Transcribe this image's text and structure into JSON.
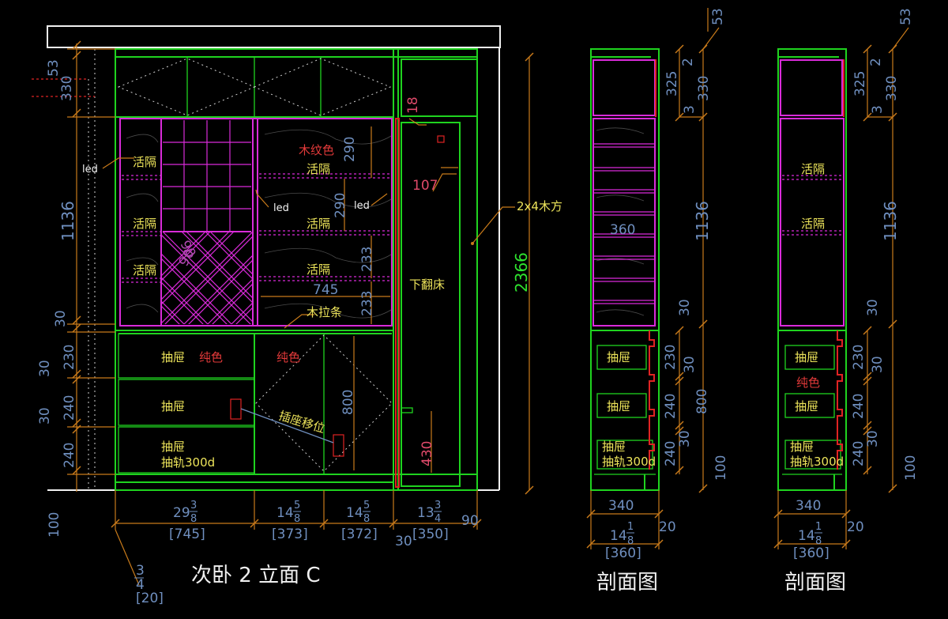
{
  "title": "次卧 2 立面 C",
  "section_titles": [
    "剖面图",
    "剖面图"
  ],
  "labels": {
    "shelf": "活隔",
    "drawer": "抽屉",
    "drawer_rail_line1": "抽屉",
    "drawer_rail_line2": "抽轨300d",
    "solid_color": "纯色",
    "wood_color": "木纹色",
    "wood_strip": "木拉条",
    "fold_bed": "下翻床",
    "timber": "2x4木方",
    "outlet_move": "插座移位",
    "led": "led"
  },
  "dimensions": {
    "total_height": "2366",
    "left_stack": [
      "53",
      "330",
      "1136",
      "30",
      "230",
      "30",
      "240",
      "30",
      "240",
      "100"
    ],
    "shelf_heights": [
      "290",
      "290",
      "233",
      "233"
    ],
    "inner_width": "745",
    "diamond_a": "90",
    "diamond_b": "90",
    "small_a": "18",
    "small_b": "107",
    "drawer_block": "800",
    "bed_lower": "430",
    "bottom_widths": [
      {
        "whole": "29",
        "num": "3",
        "den": "8",
        "mm": "[745]"
      },
      {
        "whole": "14",
        "num": "5",
        "den": "8",
        "mm": "[373]"
      },
      {
        "whole": "14",
        "num": "5",
        "den": "8",
        "mm": "[372]"
      },
      {
        "whole": "13",
        "num": "3",
        "den": "4",
        "mm": "[350]"
      }
    ],
    "gap_30": "30",
    "gap_90": "90",
    "corner": {
      "num": "3",
      "den": "4",
      "mm": "[20]"
    },
    "section": {
      "top": "53",
      "depth_325": "325",
      "gap_2": "2",
      "gap_3": "3",
      "h330": "330",
      "h1136": "1136",
      "h30": "30",
      "d230": "230",
      "d30a": "30",
      "d240a": "240",
      "d30b": "30",
      "d240b": "240",
      "h800": "800",
      "h100": "100",
      "width_340": "340",
      "frac_whole": "14",
      "frac_num": "1",
      "frac_den": "8",
      "frac_mm": "[360]",
      "side_20": "20",
      "mid_360": "360"
    }
  }
}
